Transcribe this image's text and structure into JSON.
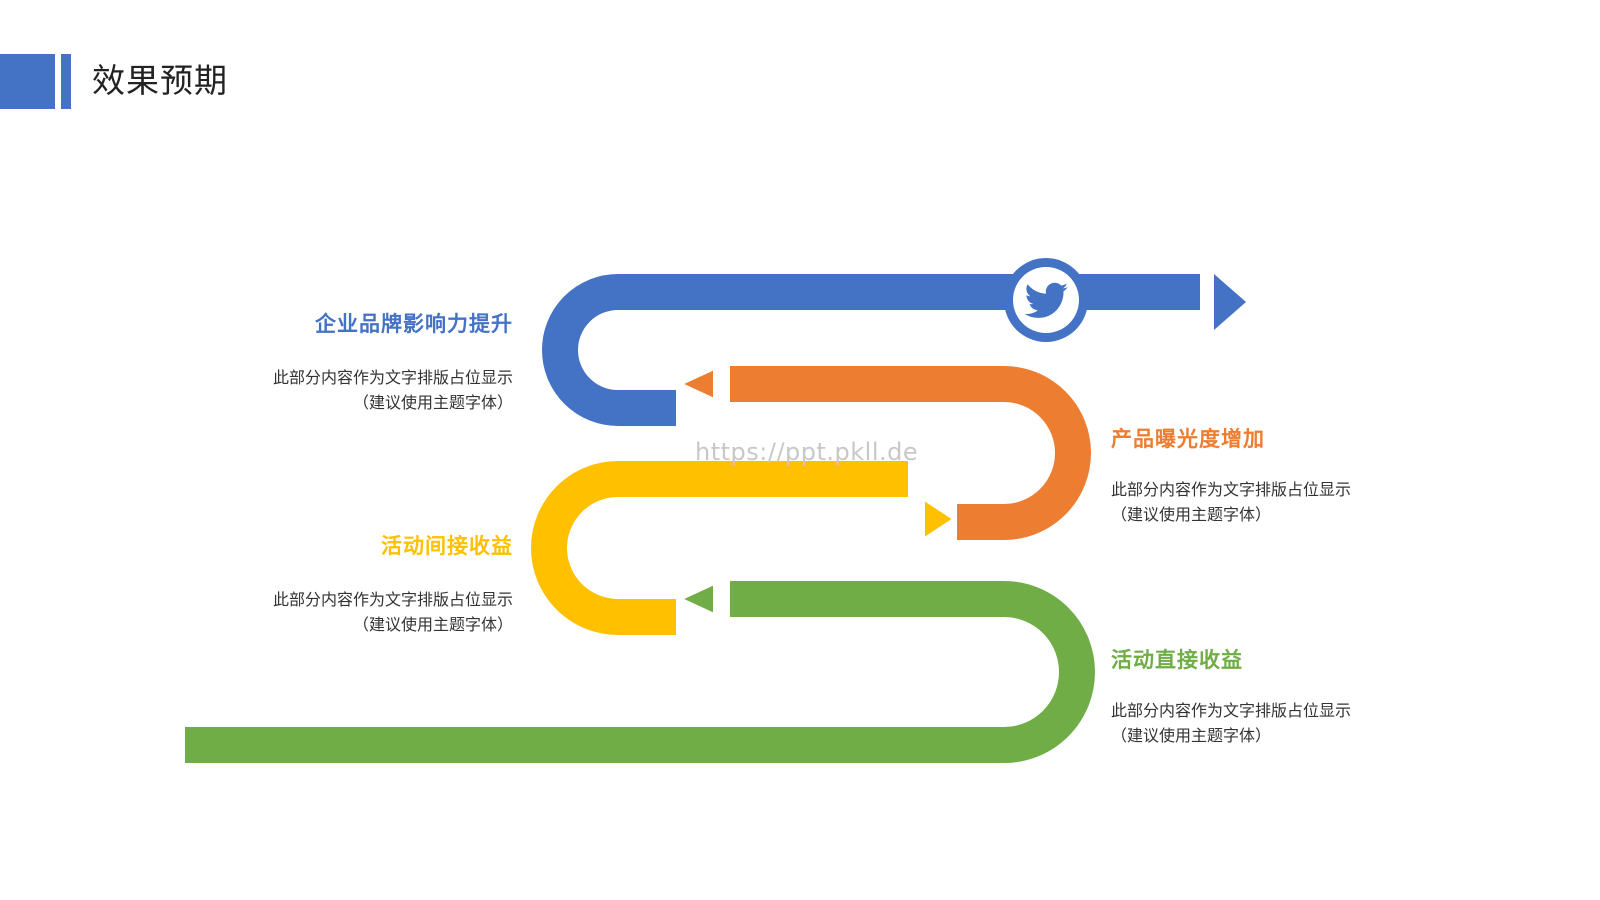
{
  "page": {
    "title": "效果预期",
    "watermark": "https://ppt.pkll.de"
  },
  "colors": {
    "blue": "#4472c4",
    "orange": "#ed7d31",
    "yellow": "#ffc000",
    "green": "#70ad47"
  },
  "steps": [
    {
      "heading": "企业品牌影响力提升",
      "desc_line1": "此部分内容作为文字排版占位显示",
      "desc_line2": "（建议使用主题字体）",
      "color": "#4472c4"
    },
    {
      "heading": "产品曝光度增加",
      "desc_line1": "此部分内容作为文字排版占位显示",
      "desc_line2": "（建议使用主题字体）",
      "color": "#ed7d31"
    },
    {
      "heading": "活动间接收益",
      "desc_line1": "此部分内容作为文字排版占位显示",
      "desc_line2": "（建议使用主题字体）",
      "color": "#ffc000"
    },
    {
      "heading": "活动直接收益",
      "desc_line1": "此部分内容作为文字排版占位显示",
      "desc_line2": "（建议使用主题字体）",
      "color": "#70ad47"
    }
  ],
  "icons": {
    "road_end": "twitter-bird-icon"
  }
}
